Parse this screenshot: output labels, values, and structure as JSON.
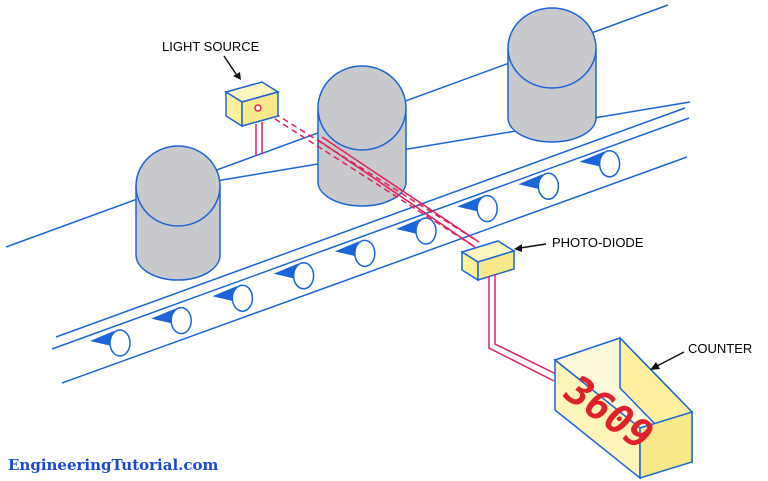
{
  "labels": {
    "light_source": "LIGHT SOURCE",
    "photo_diode": "PHOTO-DIODE",
    "counter": "COUNTER"
  },
  "counter_display": "3609",
  "watermark": "EngineeringTutorial.com",
  "colors": {
    "line_blue": "#1a66d6",
    "cylinder_fill": "#c8c9cc",
    "box_fill": "#fdf29a",
    "counter_body": "#fdf5b8",
    "beam_red": "#e0205a",
    "watermark_blue": "#1a4ad0"
  }
}
